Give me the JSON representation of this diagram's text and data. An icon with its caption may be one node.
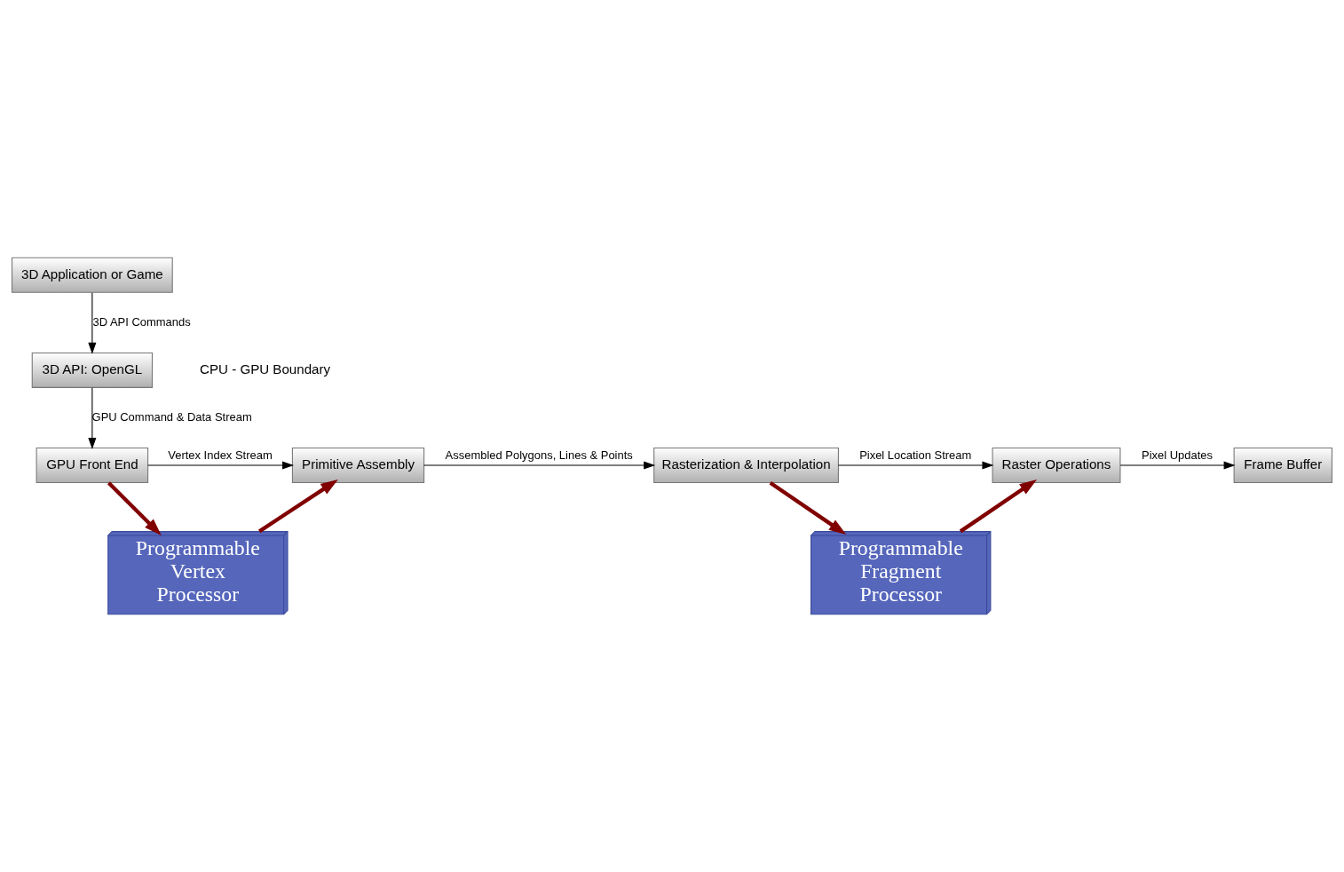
{
  "diagram": {
    "nodes": [
      {
        "text": [
          "3D Application or Game"
        ]
      },
      {
        "text": [
          "3D API: OpenGL"
        ]
      },
      {
        "text": [
          "GPU Front End"
        ]
      },
      {
        "text": [
          "Primitive Assembly"
        ]
      },
      {
        "text": [
          "Rasterization & Interpolation"
        ]
      },
      {
        "text": [
          "Raster Operations"
        ]
      },
      {
        "text": [
          "Frame Buffer"
        ]
      },
      {
        "text": [
          "Programmable Vertex Processor"
        ]
      },
      {
        "text": [
          "Programmable Fragment Processor"
        ]
      }
    ],
    "edges": [
      {
        "from": 0,
        "to": 1,
        "arrow": "to",
        "label": "3D API Commands"
      },
      {
        "from": 1,
        "to": 2,
        "arrow": "to",
        "label": "GPU Command & Data Stream"
      },
      {
        "from": 2,
        "to": 3,
        "arrow": "to",
        "label": "Vertex Index Stream"
      },
      {
        "from": 3,
        "to": 4,
        "arrow": "to",
        "label": "Assembled Polygons, Lines & Points"
      },
      {
        "from": 4,
        "to": 5,
        "arrow": "to",
        "label": "Pixel Location Stream"
      },
      {
        "from": 5,
        "to": 6,
        "arrow": "to",
        "label": "Pixel Updates"
      },
      {
        "from": 2,
        "to": 7,
        "arrow": "to",
        "style": "thick",
        "color": "#800000"
      },
      {
        "from": 7,
        "to": 3,
        "arrow": "to",
        "style": "thick",
        "color": "#800000"
      },
      {
        "from": 4,
        "to": 8,
        "arrow": "to",
        "style": "thick",
        "color": "#800000"
      },
      {
        "from": 8,
        "to": 5,
        "arrow": "to",
        "style": "thick",
        "color": "#800000"
      }
    ],
    "labels": [
      "CPU - GPU Boundary"
    ]
  }
}
